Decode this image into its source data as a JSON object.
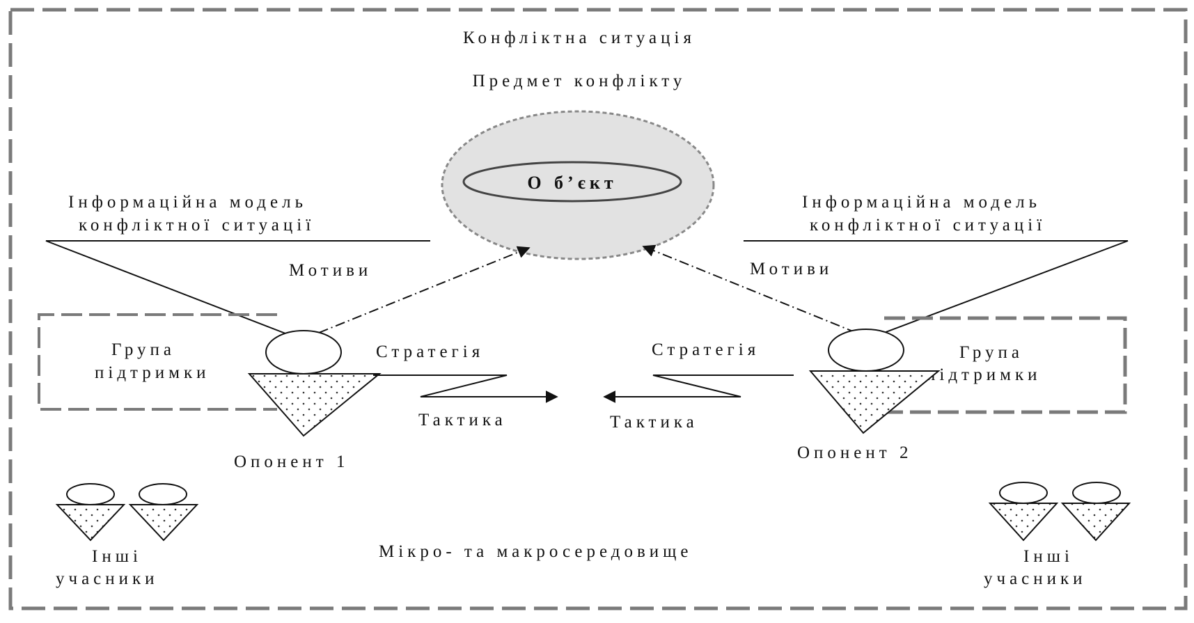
{
  "labels": {
    "situation": "Конфліктна ситуація",
    "subject": "Предмет конфлікту",
    "object": "О б’єкт",
    "info_model_line1": "Інформаційна модель",
    "info_model_line2": "конфліктної ситуації",
    "motives": "Мотиви",
    "support_group_line1": "Група",
    "support_group_line2": "підтримки",
    "strategy": "Стратегія",
    "tactics": "Тактика",
    "opponent1": "Опонент 1",
    "opponent2": "Опонент 2",
    "others_line1": "Інші",
    "others_line2": "учасники",
    "environment": "Мікро- та макросередовище"
  },
  "colors": {
    "line": "#111111",
    "dashed_border": "#7a7a7a",
    "ellipse_fill": "#e2e2e2"
  }
}
